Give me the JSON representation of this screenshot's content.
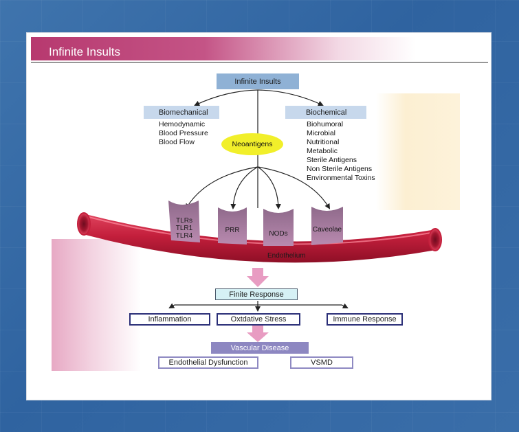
{
  "slide": {
    "title": "Infinite Insults"
  },
  "diagram": {
    "top_box": "Infinite Insults",
    "left_header": "Biomechanical",
    "left_items": [
      "Hemodynamic",
      "Blood Pressure",
      "Blood Flow"
    ],
    "right_header": "Biochemical",
    "right_items": [
      "Biohumoral",
      "Microbial",
      "Nutritional",
      "Metabolic",
      "Sterile Antigens",
      "Non Sterile Antigens",
      "Environmental Toxins"
    ],
    "center_node": "Neoantigens",
    "receptors": {
      "tlrs_line1": "TLRs",
      "tlrs_line2": "TLR1",
      "tlrs_line3": "TLR4",
      "prr": "PRR",
      "nods": "NODs",
      "caveolae": "Caveolae"
    },
    "vessel_label": "Endothelium",
    "finite_response": "Finite Response",
    "responses": [
      "Inflammation",
      "Oxtdative Stress",
      "Immune Response"
    ],
    "vascular_disease": "Vascular Disease",
    "outcomes": [
      "Endothelial Dysfunction",
      "VSMD"
    ]
  },
  "colors": {
    "title_bar": "#b7396f",
    "vessel": "#c41f3c",
    "receptor": "#a87a9e",
    "neoantigen": "#f1ef2a",
    "outline_dark": "#2b2f78",
    "outline_light": "#8e89c2",
    "flow_arrow": "#e89cc2"
  }
}
